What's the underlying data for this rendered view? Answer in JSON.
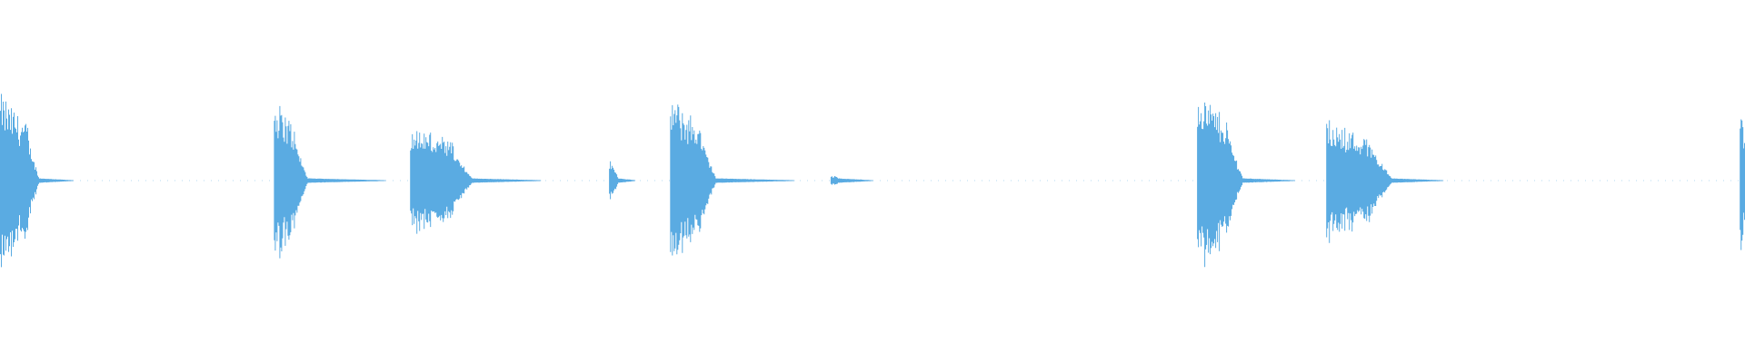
{
  "waveform": {
    "color": "#5aabe2",
    "background": "#ffffff",
    "bursts": [
      {
        "start": 0.0,
        "peak": 0.95,
        "length": 0.016,
        "decay": 0.006,
        "tail": 0.02
      },
      {
        "start": 0.157,
        "peak": 0.9,
        "length": 0.012,
        "decay": 0.007,
        "tail": 0.045
      },
      {
        "start": 0.235,
        "peak": 0.62,
        "length": 0.025,
        "decay": 0.01,
        "tail": 0.04
      },
      {
        "start": 0.349,
        "peak": 0.22,
        "length": 0.003,
        "decay": 0.002,
        "tail": 0.01
      },
      {
        "start": 0.384,
        "peak": 0.92,
        "length": 0.018,
        "decay": 0.008,
        "tail": 0.045
      },
      {
        "start": 0.476,
        "peak": 0.07,
        "length": 0.002,
        "decay": 0.002,
        "tail": 0.02
      },
      {
        "start": 0.686,
        "peak": 1.0,
        "length": 0.018,
        "decay": 0.008,
        "tail": 0.03
      },
      {
        "start": 0.76,
        "peak": 0.67,
        "length": 0.027,
        "decay": 0.01,
        "tail": 0.03
      },
      {
        "start": 0.997,
        "peak": 0.82,
        "length": 0.003,
        "decay": 0.002,
        "tail": 0.0
      }
    ]
  }
}
